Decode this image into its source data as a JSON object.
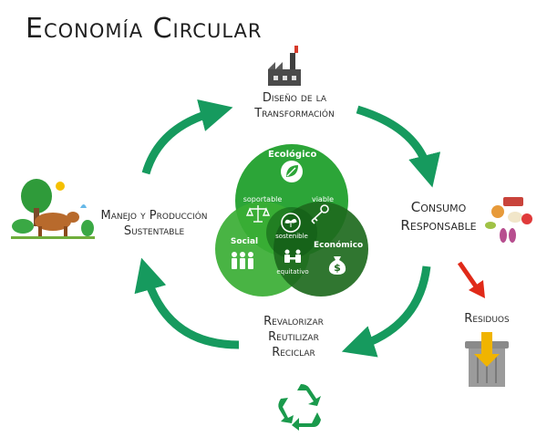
{
  "title": "Economía Circular",
  "colors": {
    "arrow": "#169a5e",
    "ecologico": "#2ca538",
    "social": "#3aae34",
    "economico": "#1e6a1e",
    "red_arrow": "#e02a19",
    "bin_lid": "#f0b400"
  },
  "stages": {
    "diseno": [
      "Diseño de la",
      "Transformación"
    ],
    "consumo": [
      "Consumo",
      "Responsable"
    ],
    "residuos": [
      "Residuos"
    ],
    "revalorizar": [
      "Revalorizar",
      "Reutilizar",
      "Reciclar"
    ],
    "manejo": [
      "Manejo y Producción",
      "Sustentable"
    ]
  },
  "venn": {
    "ecologico": "Ecológico",
    "social": "Social",
    "economico": "Económico",
    "soportable": "soportable",
    "viable": "viable",
    "equitativo": "equitativo",
    "sostenible": "sostenible"
  },
  "icons": {
    "factory": "factory-icon",
    "food": "food-icon",
    "trash": "trash-bin-icon",
    "recycle": "recycle-icon",
    "farm": "farm-cow-icon",
    "leaf": "leaf-icon",
    "scale": "scale-icon",
    "key": "key-icon",
    "people": "people-icon",
    "handshake": "handshake-icon",
    "money": "money-bag-icon",
    "sprout": "sprout-icon"
  }
}
